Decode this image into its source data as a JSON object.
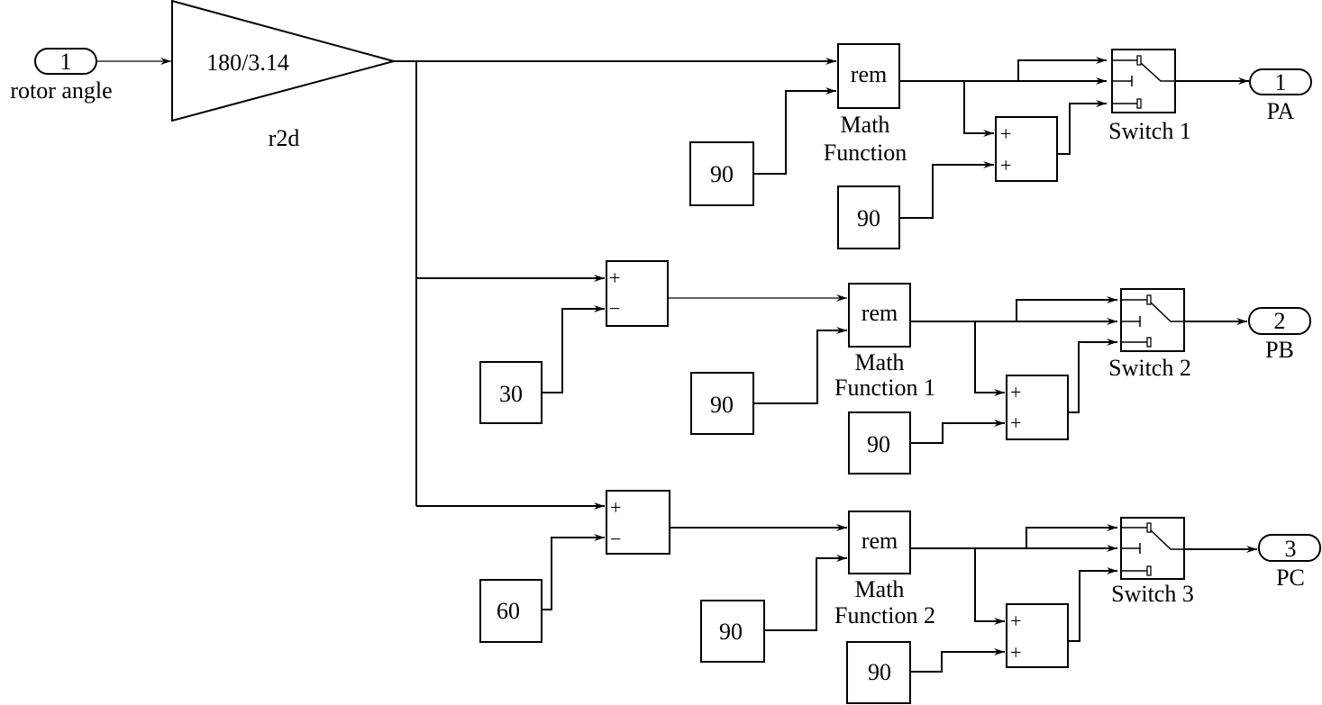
{
  "diagram": {
    "inport": {
      "number": "1",
      "name": "rotor angle"
    },
    "gain": {
      "value": "180/3.14",
      "name": "r2d"
    },
    "rows": [
      {
        "math_function": {
          "op": "rem",
          "name_line1": "Math",
          "name_line2": "Function"
        },
        "divisor_const": "90",
        "sum_const": "90",
        "sum_signs": [
          "+",
          "+"
        ],
        "switch_name": "Switch 1",
        "outport": {
          "number": "1",
          "name": "PA"
        }
      },
      {
        "offset_sum_signs": [
          "+",
          "−"
        ],
        "offset_const": "30",
        "math_function": {
          "op": "rem",
          "name_line1": "Math",
          "name_line2": "Function 1"
        },
        "divisor_const": "90",
        "sum_const": "90",
        "sum_signs": [
          "+",
          "+"
        ],
        "switch_name": "Switch 2",
        "outport": {
          "number": "2",
          "name": "PB"
        }
      },
      {
        "offset_sum_signs": [
          "+",
          "−"
        ],
        "offset_const": "60",
        "math_function": {
          "op": "rem",
          "name_line1": "Math",
          "name_line2": "Function 2"
        },
        "divisor_const": "90",
        "sum_const": "90",
        "sum_signs": [
          "+",
          "+"
        ],
        "switch_name": "Switch 3",
        "outport": {
          "number": "3",
          "name": "PC"
        }
      }
    ]
  }
}
